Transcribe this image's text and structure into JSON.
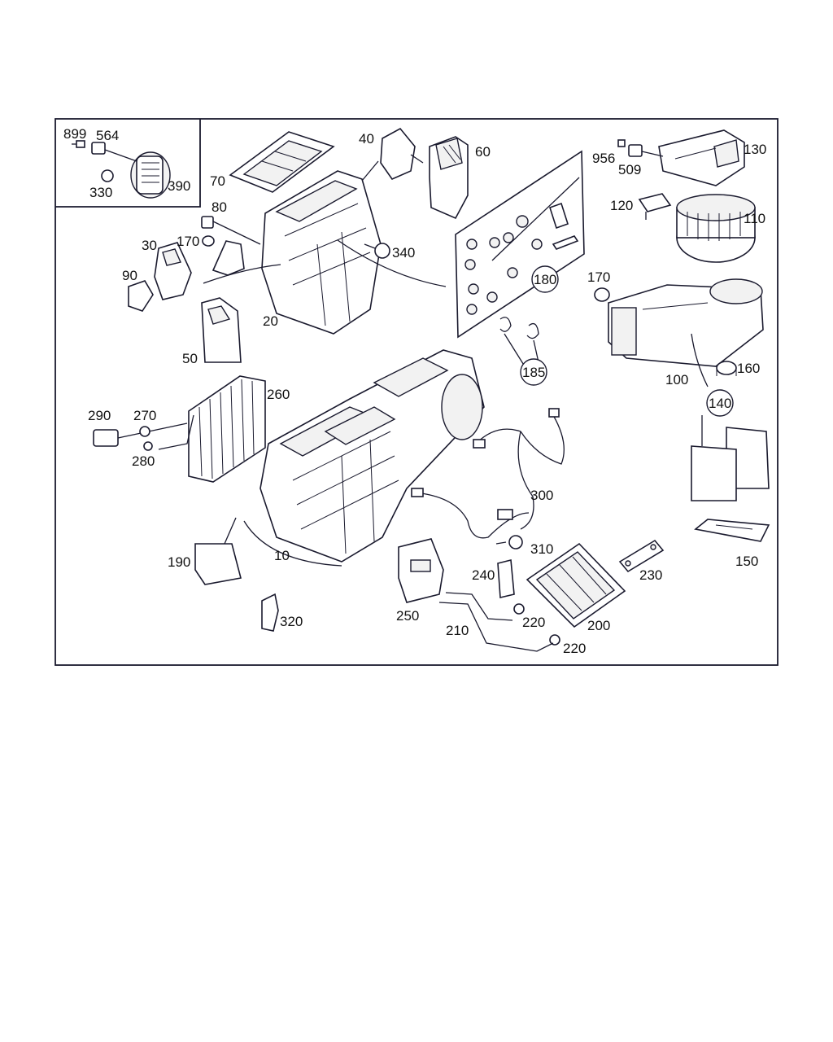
{
  "labels": {
    "l899": "899",
    "l564": "564",
    "l330": "330",
    "l390": "390",
    "l70": "70",
    "l40": "40",
    "l60": "60",
    "l80": "80",
    "l30": "30",
    "l170a": "170",
    "l340": "340",
    "l90": "90",
    "l20": "20",
    "l50": "50",
    "l180": "180",
    "l185": "185",
    "l956": "956",
    "l509": "509",
    "l130": "130",
    "l120": "120",
    "l110": "110",
    "l170b": "170",
    "l100": "100",
    "l160": "160",
    "l140": "140",
    "l260": "260",
    "l290": "290",
    "l270": "270",
    "l280": "280",
    "l300": "300",
    "l310": "310",
    "l240": "240",
    "l230": "230",
    "l190": "190",
    "l10": "10",
    "l250": "250",
    "l210": "210",
    "l220a": "220",
    "l220b": "220",
    "l200": "200",
    "l150": "150",
    "l320": "320"
  },
  "colors": {
    "line": "#1a1a2e",
    "background": "#ffffff"
  }
}
